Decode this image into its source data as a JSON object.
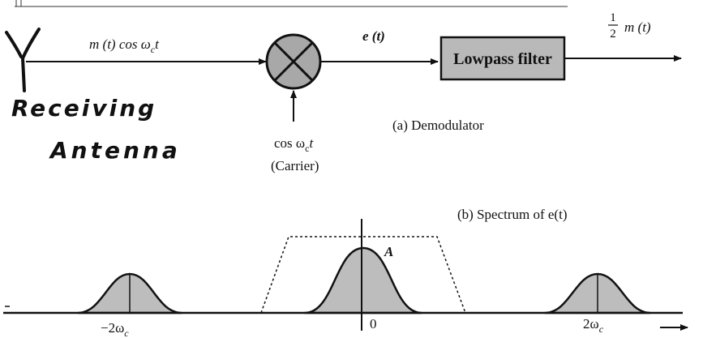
{
  "demodulator": {
    "input_label": "m (t) cos ω",
    "input_sub": "c",
    "input_tail": "t",
    "carrier_label": "cos ω",
    "carrier_sub": "c",
    "carrier_tail": "t",
    "carrier_caption": "(Carrier)",
    "mixer_output_label": "e (t)",
    "filter_label": "Lowpass filter",
    "output_frac_num": "1",
    "output_frac_den": "2",
    "output_label": "m (t)",
    "caption": "(a) Demodulator"
  },
  "annotation": {
    "line1": "Receiving",
    "line2": "Antenna"
  },
  "spectrum": {
    "caption": "(b) Spectrum of e(t)",
    "peak_label": "A",
    "tick_center": "0",
    "tick_left": "−2ω",
    "tick_left_sub": "c",
    "tick_right": "2ω",
    "tick_right_sub": "c"
  },
  "colors": {
    "ink": "#111111",
    "filter_fill": "#b9b9b9",
    "mixer_fill": "#a8a8a8",
    "spectrum_fill": "#bdbdbd"
  }
}
